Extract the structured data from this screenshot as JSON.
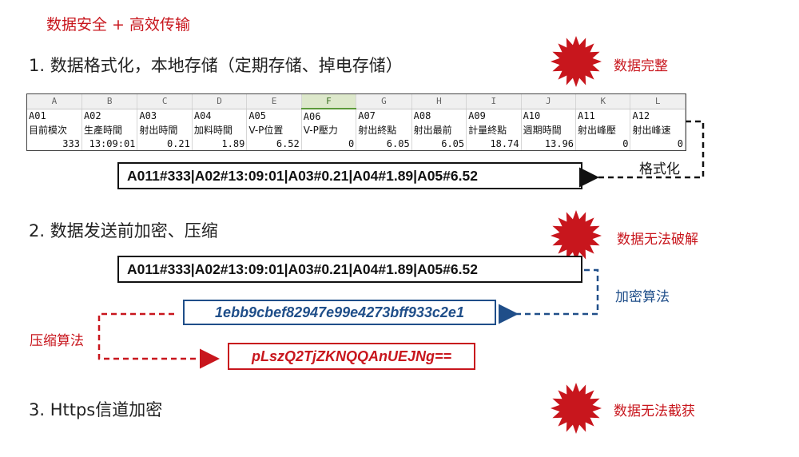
{
  "title": "数据安全 + 高效传输",
  "steps": {
    "s1": "1. 数据格式化，本地存储（定期存储、掉电存储）",
    "s2": "2. 数据发送前加密、压缩",
    "s3": "3. Https信道加密"
  },
  "badges": {
    "b1": "数据完整",
    "b2": "数据无法破解",
    "b3": "数据无法截获"
  },
  "labels": {
    "format": "格式化",
    "encrypt": "加密算法",
    "compress": "压缩算法"
  },
  "sheet": {
    "columns": [
      "A",
      "B",
      "C",
      "D",
      "E",
      "F",
      "G",
      "H",
      "I",
      "J",
      "K",
      "L"
    ],
    "codes": [
      "A01",
      "A02",
      "A03",
      "A04",
      "A05",
      "A06",
      "A07",
      "A08",
      "A09",
      "A10",
      "A11",
      "A12"
    ],
    "names": [
      "目前模次",
      "生產時間",
      "射出時間",
      "加料時間",
      "V-P位置",
      "V-P壓力",
      "射出終點",
      "射出最前",
      "計量終點",
      "週期時間",
      "射出峰壓",
      "射出峰速"
    ],
    "values": [
      "333",
      "13:09:01",
      "0.21",
      "1.89",
      "6.52",
      "0",
      "6.05",
      "6.05",
      "18.74",
      "13.96",
      "0",
      "0"
    ],
    "selected_column": "F"
  },
  "formatted_string": "A011#333|A02#13:09:01|A03#0.21|A04#1.89|A05#6.52",
  "encrypted_string": "1ebb9cbef82947e99e4273bff933c2e1",
  "compressed_string": "pLszQ2TjZKNQQAnUEJNg==",
  "colors": {
    "accent_red": "#c8161d",
    "accent_blue": "#1f4e89"
  },
  "icons": {
    "burst": "red-starburst-icon"
  }
}
